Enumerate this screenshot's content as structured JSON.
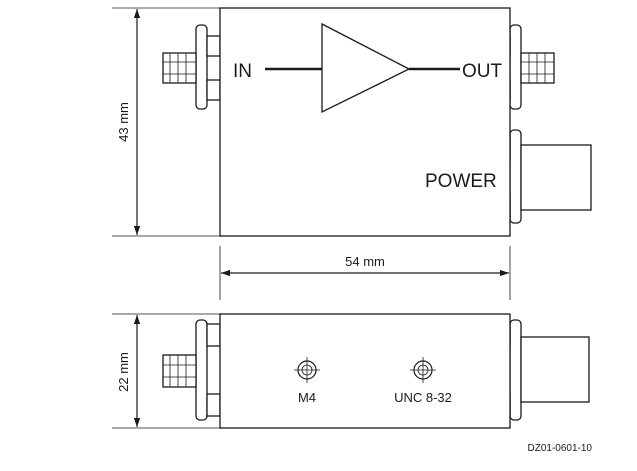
{
  "top_view": {
    "input_label": "IN",
    "output_label": "OUT",
    "power_label": "POWER",
    "height_dimension": "43 mm",
    "width_dimension": "54 mm"
  },
  "side_view": {
    "height_dimension": "22 mm",
    "hole_left_label": "M4",
    "hole_right_label": "UNC 8-32"
  },
  "drawing_number": "DZ01-0601-10"
}
